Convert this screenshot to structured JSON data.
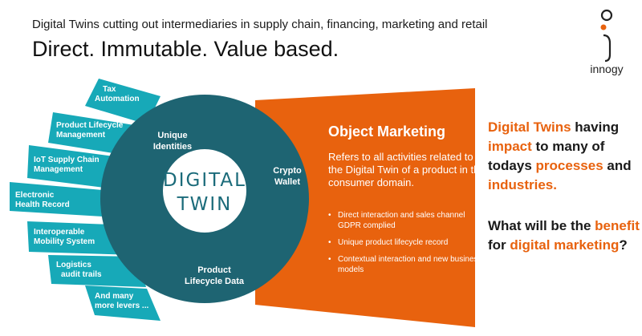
{
  "header": {
    "subtitle": "Digital Twins cutting out intermediaries in supply chain, financing, marketing and retail",
    "headline": "Direct. Immutable. Value based."
  },
  "brand": {
    "name": "innogy",
    "accent": "#e8620e",
    "teal": "#1b6b7a",
    "fan_color": "#17a9b8"
  },
  "fan_items": [
    {
      "line1": "Tax",
      "line2": "Automation"
    },
    {
      "line1": "Product Lifecycle",
      "line2": "Management"
    },
    {
      "line1": "IoT Supply Chain",
      "line2": "Management"
    },
    {
      "line1": "Electronic",
      "line2": "Health Record"
    },
    {
      "line1": "Interoperable",
      "line2": "Mobility System"
    },
    {
      "line1": "Logistics",
      "line2": "audit trails"
    },
    {
      "line1": "And many",
      "line2": "more levers ..."
    }
  ],
  "ring": {
    "unique_identities_1": "Unique",
    "unique_identities_2": "Identities",
    "crypto_wallet_1": "Crypto",
    "crypto_wallet_2": "Wallet",
    "product_lifecycle_1": "Product",
    "product_lifecycle_2": "Lifecycle Data",
    "center_1": "DIGITAL",
    "center_2": "TWIN"
  },
  "object_marketing": {
    "title": "Object Marketing",
    "description": "Refers to all activities related to the Digital Twin of a product in the consumer domain.",
    "bullets": [
      "Direct interaction and sales channel GDPR complied",
      "Unique product lifecycle record",
      "Contextual interaction and new business models"
    ]
  },
  "statement": {
    "p1_a": "Digital Twins",
    "p1_b": " having ",
    "p1_c": "impact",
    "p1_d": " to many of todays ",
    "p1_e": "processes",
    "p1_f": " and ",
    "p1_g": "industries.",
    "p2_a": "What will be the ",
    "p2_b": "benefit",
    "p2_c": " for ",
    "p2_d": "digital marketing",
    "p2_e": "?"
  }
}
